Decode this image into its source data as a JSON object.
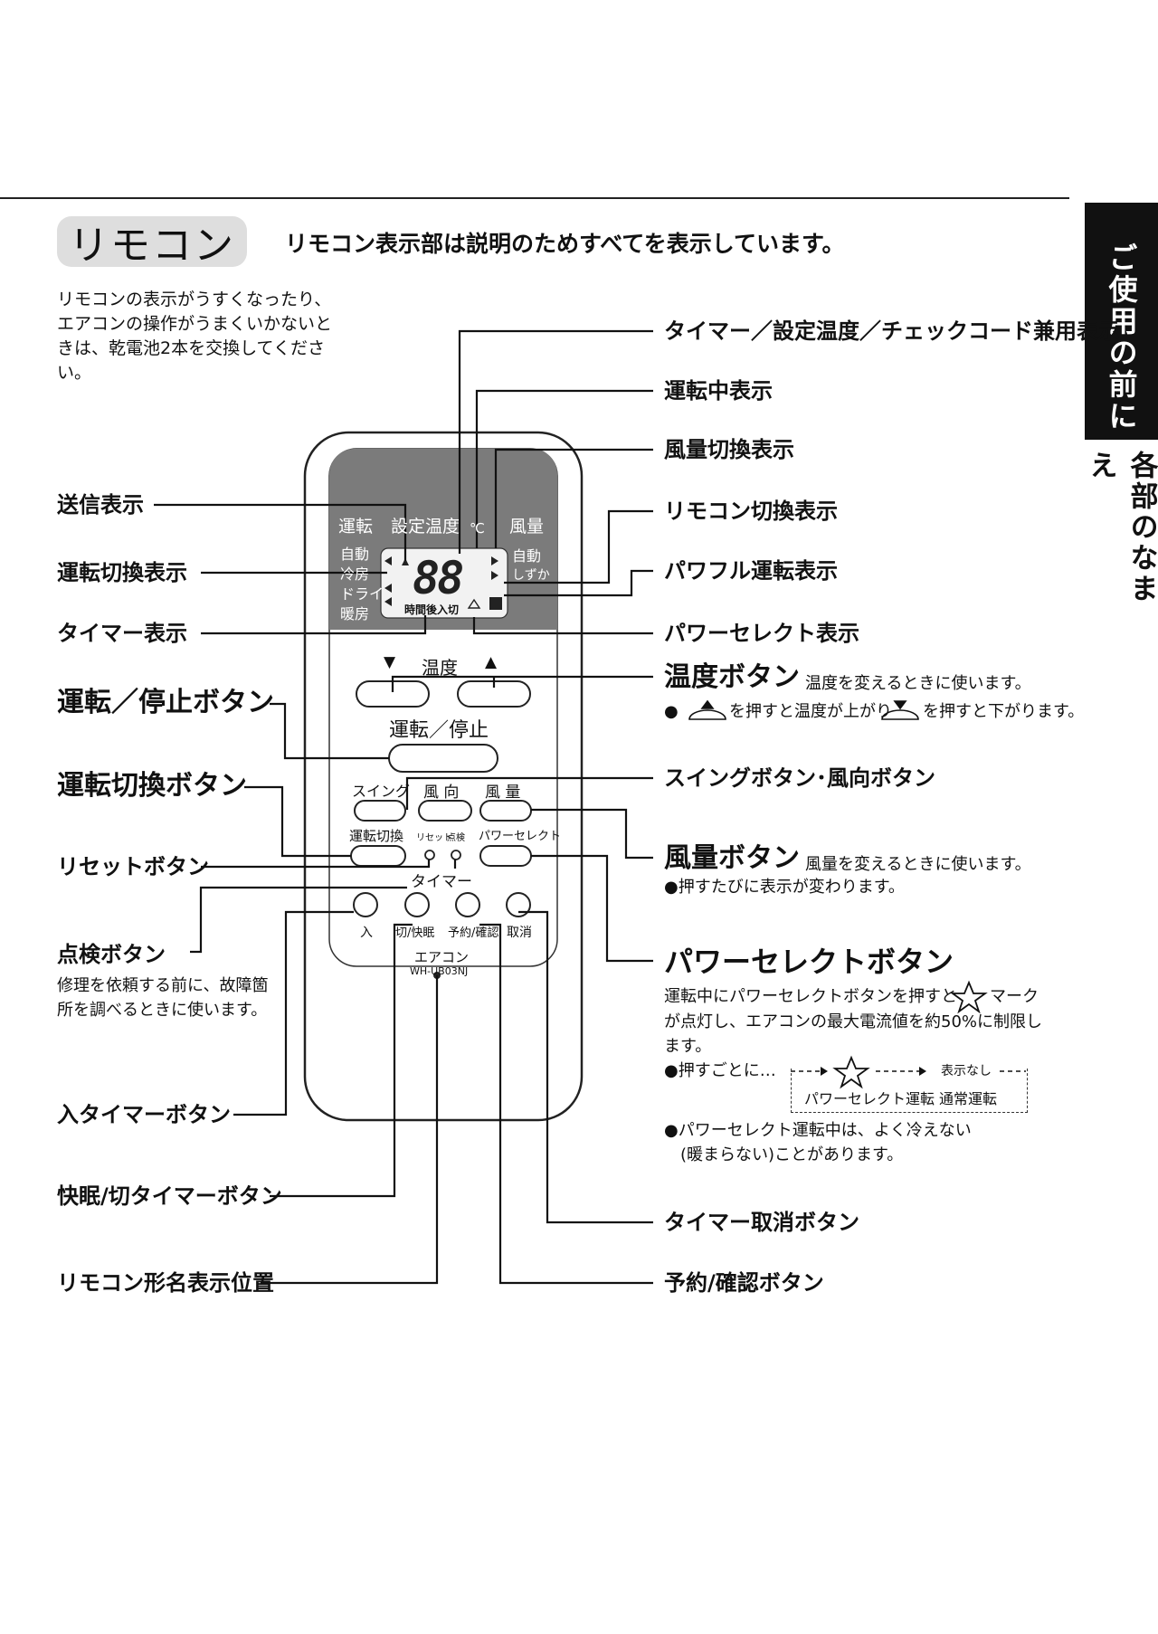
{
  "side": {
    "active_tab": "ご使用の前に",
    "next_tab": "各部のなまえ"
  },
  "section": {
    "title": "リモコン",
    "note": "リモコン表示部は説明のためすべてを表示しています。",
    "intro": "リモコンの表示がうすくなったり、エアコンの操作がうまくいかないときは、乾電池2本を交換してください。"
  },
  "remote": {
    "lcd": {
      "row1_left": "運転",
      "row1_mid": "設定温度",
      "row1_unit": "℃",
      "row1_right": "風量",
      "modes": [
        "自動",
        "冷房",
        "ドライ",
        "暖房"
      ],
      "fan": [
        "自動",
        "しずか"
      ],
      "digits": "88",
      "timer_text": "時間後入切"
    },
    "temp_label": "温度",
    "temp_down_symbol": "▼",
    "temp_up_symbol": "▲",
    "power_label": "運転／停止",
    "swing_label": "スイング",
    "dir_label": "風 向",
    "fan_label": "風 量",
    "mode_label": "運転切換",
    "reset_label": "リセット",
    "check_label": "点検",
    "powersel_label": "パワーセレクト",
    "timer_label": "タイマー",
    "timer_buttons": [
      "入",
      "切/快眠",
      "予約/確認",
      "取消"
    ],
    "brand": "エアコン",
    "model": "WH-UB03NJ"
  },
  "labels_left": {
    "send": "送信表示",
    "mode_disp": "運転切換表示",
    "timer_disp": "タイマー表示",
    "power_btn": "運転／停止ボタン",
    "mode_btn": "運転切換ボタン",
    "reset_btn": "リセットボタン",
    "check_btn": "点検ボタン",
    "check_desc": "修理を依頼する前に、故障箇所を調べるときに使います。",
    "on_timer_btn": "入タイマーボタン",
    "off_timer_btn": "快眠/切タイマーボタン",
    "model_pos": "リモコン形名表示位置"
  },
  "labels_right": {
    "timer_temp_check": "タイマー／設定温度／チェックコード兼用表示",
    "running": "運転中表示",
    "fan_switch": "風量切換表示",
    "remote_switch": "リモコン切換表示",
    "powerful": "パワフル運転表示",
    "power_select": "パワーセレクト表示",
    "temp_btn": "温度ボタン",
    "temp_btn_note": "温度を変えるときに使います。",
    "temp_btn_bullet_a": "●",
    "temp_btn_bullet_b": "を押すと温度が上がり",
    "temp_btn_bullet_c": "を押すと下がります。",
    "swing_btn": "スイングボタン･風向ボタン",
    "fan_btn": "風量ボタン",
    "fan_btn_note": "風量を変えるときに使います。",
    "fan_btn_bullet": "●押すたびに表示が変わります。",
    "powersel_btn": "パワーセレクトボタン",
    "powersel_desc_1": "運転中にパワーセレクトボタンを押すと",
    "powersel_desc_2": "マーク",
    "powersel_desc_3": "が点灯し、エアコンの最大電流値を約50%に制限します。",
    "powersel_each": "●押すごとに…",
    "powersel_flow_1": "パワーセレクト運転",
    "powersel_flow_2": "表示なし",
    "powersel_flow_3": "通常運転",
    "powersel_caution_1": "●パワーセレクト運転中は、よく冷えない",
    "powersel_caution_2": "(暖まらない)ことがあります。",
    "cancel_btn": "タイマー取消ボタン",
    "reserve_btn": "予約/確認ボタン"
  }
}
